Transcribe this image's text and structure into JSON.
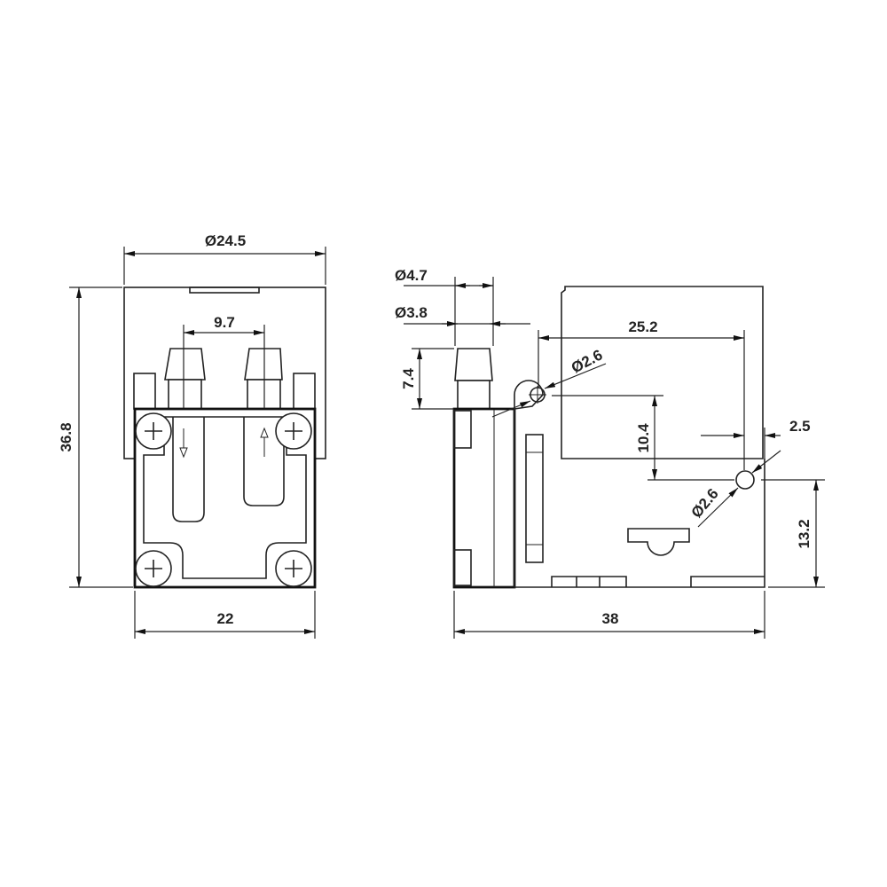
{
  "drawing": {
    "front_view": {
      "width_top": "Ø24.5",
      "height": "36.8",
      "barb_spacing": "9.7",
      "width_base": "22"
    },
    "side_view": {
      "barb_outer_diameter": "Ø4.7",
      "barb_inner_diameter": "Ø3.8",
      "barb_height": "7.4",
      "hole_spacing_horizontal": "25.2",
      "hole_diameter_top": "Ø2.6",
      "hole_spacing_vertical": "10.4",
      "hole_edge_offset": "2.5",
      "hole_diameter_bottom": "Ø2.6",
      "hole_height": "13.2",
      "length": "38"
    }
  }
}
